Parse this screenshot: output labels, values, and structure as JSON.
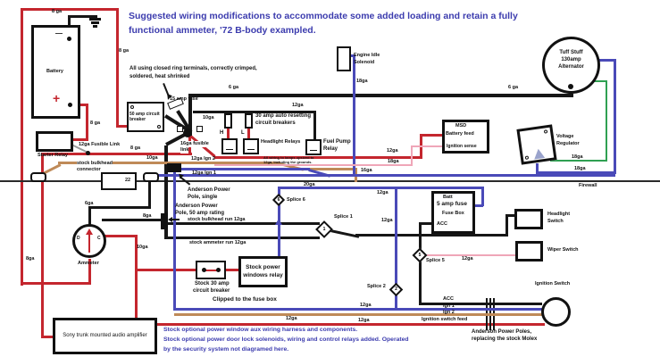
{
  "title": {
    "l1": "Suggested wiring modifications to accommodate some added loading and retain a fully",
    "l2": "functional ammeter, '72 B-body exampled."
  },
  "note": {
    "l1": "All using closed ring terminals, correctly crimped,",
    "l2": "soldered, heat shrinked"
  },
  "footer": {
    "l1": "Stock optional power window aux wiring harness and components.",
    "l2": "Stock optional power door lock solenoids, wiring and control relays added. Operated",
    "l3": "by the security system not diagramed here."
  },
  "c": {
    "battery": "Battery",
    "minus": "—",
    "plus": "+",
    "starter": "Starter Relay",
    "fl12": "12ga Fusible Link",
    "cb50a": "50 amp circuit",
    "cb50b": "breaker",
    "fuse15": "15 amp fuse",
    "fl16a": "16ga fusible",
    "fl16b": "link",
    "bh1": "stock bulkhead",
    "bh2": "connector",
    "bh22": "22",
    "amm": "Ammeter",
    "ammD": "D",
    "ammC": "C",
    "aps1": "Anderson Power",
    "aps2": "Pole, single",
    "ap501": "Anderson Power",
    "ap502": "Pole, 50 amp rating",
    "runbh": "stock bulkhead run 12ga",
    "runam": "stock ammeter run 12ga",
    "swr1": "Stock power",
    "swr2": "windows relay",
    "scb1": "Stock 30 amp",
    "scb2": "circuit breaker",
    "clip": "Clipped to the fuse box",
    "sony": "Sony trunk mounted audio amplifier",
    "acb1": "30 amp auto resetting",
    "acb2": "circuit breakers",
    "hlr": "Headlight Relays",
    "H": "H",
    "L": "L",
    "rnote1": "All wiring to lamps upsized to",
    "rnote2": "12ga, including the grounds.",
    "fp1": "Fuel Pump",
    "fp2": "Relay",
    "eis1": "Engine Idle",
    "eis2": "Solenoid",
    "msd": "MSD",
    "msdb": "Battery feed",
    "msdi": "Ignition sense",
    "alt1": "Tuff Stuff",
    "alt2": "130amp",
    "alt3": "Alternator",
    "vr1": "Voltage",
    "vr2": "Regulator",
    "fw": "Firewall",
    "fbbatt": "Batt",
    "fb5": "5 amp fuse",
    "fbname": "Fuse Box",
    "fbacc": "ACC",
    "hsw1": "Headlight",
    "hsw2": "Switch",
    "wsw": "Wiper Switch",
    "isw": "Ignition Switch",
    "apm1": "Anderson Power Poles,",
    "apm2": "replacing the stock Molex"
  },
  "s": {
    "n1": "1",
    "n2": "2",
    "n5": "5",
    "n6": "6",
    "l1": "Splice 1",
    "l2": "Splice 2",
    "l5": "Splice 5",
    "l6": "Splice 6"
  },
  "bus": {
    "acc": "ACC",
    "ign1": "Ign 1",
    "ign2": "Ign 2",
    "feed": "Ignition switch feed"
  },
  "g": {
    "top8": "8 ga",
    "red8": "8 ga",
    "bat8": "8 ga",
    "run8": "8 ga",
    "six_a": "6 ga",
    "six_b": "6 ga",
    "ten_a": "10ga",
    "ten_b": "10ga",
    "ign2": "12ga Ign 2",
    "ign1": "12ga Ign 1",
    "tw_fp": "12ga",
    "tw_msd": "12ga",
    "e18_msd": "18ga",
    "s16": "16ga",
    "e18_sol": "18ga",
    "e18_grn": "18ga",
    "e18_blu": "18ga",
    "tw20": "20ga",
    "tw_c": "12ga",
    "tw_d": "12ga",
    "tw_wip": "12ga",
    "tw_ign1": "12ga",
    "tw_ign2": "12ga",
    "tw_feed": "12ga",
    "ten_c": "10ga",
    "l8": "8ga",
    "am8": "8ga",
    "am6": "6ga"
  }
}
